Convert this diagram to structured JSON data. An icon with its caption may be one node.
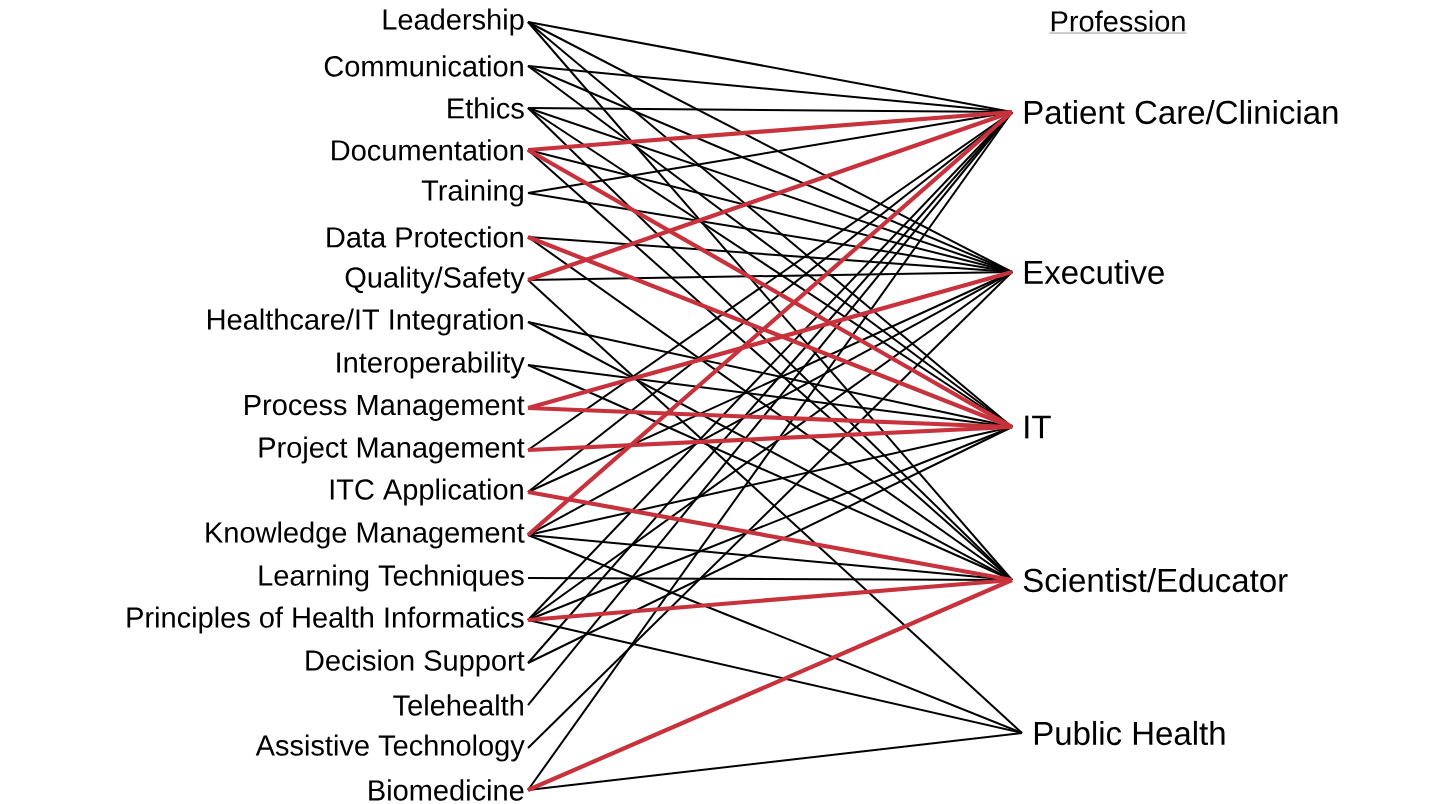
{
  "diagram": {
    "nodes": [
      {
        "text": [
          "Leadership"
        ]
      },
      {
        "text": [
          "Communication"
        ]
      },
      {
        "text": [
          "Ethics"
        ]
      },
      {
        "text": [
          "Documentation"
        ]
      },
      {
        "text": [
          "Training"
        ]
      },
      {
        "text": [
          "Data Protection"
        ]
      },
      {
        "text": [
          "Quality/Safety"
        ]
      },
      {
        "text": [
          "Healthcare/IT Integration"
        ]
      },
      {
        "text": [
          "Interoperability"
        ]
      },
      {
        "text": [
          "Process Management"
        ]
      },
      {
        "text": [
          "Project Management"
        ]
      },
      {
        "text": [
          "ITC Application"
        ]
      },
      {
        "text": [
          "Knowledge Management"
        ]
      },
      {
        "text": [
          "Learning Techniques"
        ]
      },
      {
        "text": [
          "Principles of Health Informatics"
        ]
      },
      {
        "text": [
          "Decision Support"
        ]
      },
      {
        "text": [
          "Telehealth"
        ]
      },
      {
        "text": [
          "Assistive Technology"
        ]
      },
      {
        "text": [
          "Biomedicine"
        ]
      },
      {
        "text": [
          "Patient Care/Clinician"
        ]
      },
      {
        "text": [
          "Executive"
        ]
      },
      {
        "text": [
          "IT"
        ]
      },
      {
        "text": [
          "Scientist/Educator"
        ]
      },
      {
        "text": [
          "Public Health"
        ]
      }
    ],
    "edges": [
      {
        "from": 0,
        "to": 19,
        "arrow": "none"
      },
      {
        "from": 0,
        "to": 20,
        "arrow": "none"
      },
      {
        "from": 0,
        "to": 21,
        "arrow": "none"
      },
      {
        "from": 0,
        "to": 22,
        "arrow": "none"
      },
      {
        "from": 1,
        "to": 19,
        "arrow": "none"
      },
      {
        "from": 1,
        "to": 20,
        "arrow": "none"
      },
      {
        "from": 1,
        "to": 21,
        "arrow": "none"
      },
      {
        "from": 2,
        "to": 19,
        "arrow": "none"
      },
      {
        "from": 2,
        "to": 20,
        "arrow": "none"
      },
      {
        "from": 2,
        "to": 21,
        "arrow": "none"
      },
      {
        "from": 2,
        "to": 22,
        "arrow": "none"
      },
      {
        "from": 3,
        "to": 20,
        "arrow": "none"
      },
      {
        "from": 3,
        "to": 22,
        "arrow": "none"
      },
      {
        "from": 4,
        "to": 19,
        "arrow": "none"
      },
      {
        "from": 4,
        "to": 20,
        "arrow": "none"
      },
      {
        "from": 5,
        "to": 20,
        "arrow": "none"
      },
      {
        "from": 5,
        "to": 22,
        "arrow": "none"
      },
      {
        "from": 6,
        "to": 20,
        "arrow": "none"
      },
      {
        "from": 6,
        "to": 23,
        "arrow": "none"
      },
      {
        "from": 7,
        "to": 21,
        "arrow": "none"
      },
      {
        "from": 7,
        "to": 22,
        "arrow": "none"
      },
      {
        "from": 8,
        "to": 21,
        "arrow": "none"
      },
      {
        "from": 8,
        "to": 22,
        "arrow": "none"
      },
      {
        "from": 10,
        "to": 19,
        "arrow": "none"
      },
      {
        "from": 11,
        "to": 19,
        "arrow": "none"
      },
      {
        "from": 11,
        "to": 20,
        "arrow": "none"
      },
      {
        "from": 12,
        "to": 20,
        "arrow": "none"
      },
      {
        "from": 12,
        "to": 21,
        "arrow": "none"
      },
      {
        "from": 12,
        "to": 22,
        "arrow": "none"
      },
      {
        "from": 12,
        "to": 23,
        "arrow": "none"
      },
      {
        "from": 13,
        "to": 22,
        "arrow": "none"
      },
      {
        "from": 14,
        "to": 19,
        "arrow": "none"
      },
      {
        "from": 14,
        "to": 20,
        "arrow": "none"
      },
      {
        "from": 14,
        "to": 21,
        "arrow": "none"
      },
      {
        "from": 14,
        "to": 23,
        "arrow": "none"
      },
      {
        "from": 15,
        "to": 19,
        "arrow": "none"
      },
      {
        "from": 15,
        "to": 21,
        "arrow": "none"
      },
      {
        "from": 16,
        "to": 19,
        "arrow": "none"
      },
      {
        "from": 17,
        "to": 20,
        "arrow": "none"
      },
      {
        "from": 18,
        "to": 19,
        "arrow": "none"
      },
      {
        "from": 18,
        "to": 23,
        "arrow": "none"
      },
      {
        "from": 3,
        "to": 19,
        "arrow": "none",
        "style": "thick",
        "color": "#c8323c"
      },
      {
        "from": 3,
        "to": 21,
        "arrow": "none",
        "style": "thick",
        "color": "#c8323c"
      },
      {
        "from": 5,
        "to": 21,
        "arrow": "none",
        "style": "thick",
        "color": "#c8323c"
      },
      {
        "from": 6,
        "to": 19,
        "arrow": "none",
        "style": "thick",
        "color": "#c8323c"
      },
      {
        "from": 9,
        "to": 20,
        "arrow": "none",
        "style": "thick",
        "color": "#c8323c"
      },
      {
        "from": 9,
        "to": 21,
        "arrow": "none",
        "style": "thick",
        "color": "#c8323c"
      },
      {
        "from": 10,
        "to": 21,
        "arrow": "none",
        "style": "thick",
        "color": "#c8323c"
      },
      {
        "from": 11,
        "to": 22,
        "arrow": "none",
        "style": "thick",
        "color": "#c8323c"
      },
      {
        "from": 12,
        "to": 19,
        "arrow": "none",
        "style": "thick",
        "color": "#c8323c"
      },
      {
        "from": 14,
        "to": 22,
        "arrow": "none",
        "style": "thick",
        "color": "#c8323c"
      },
      {
        "from": 18,
        "to": 22,
        "arrow": "none",
        "style": "thick",
        "color": "#c8323c"
      }
    ],
    "labels": [
      "Profession"
    ]
  }
}
